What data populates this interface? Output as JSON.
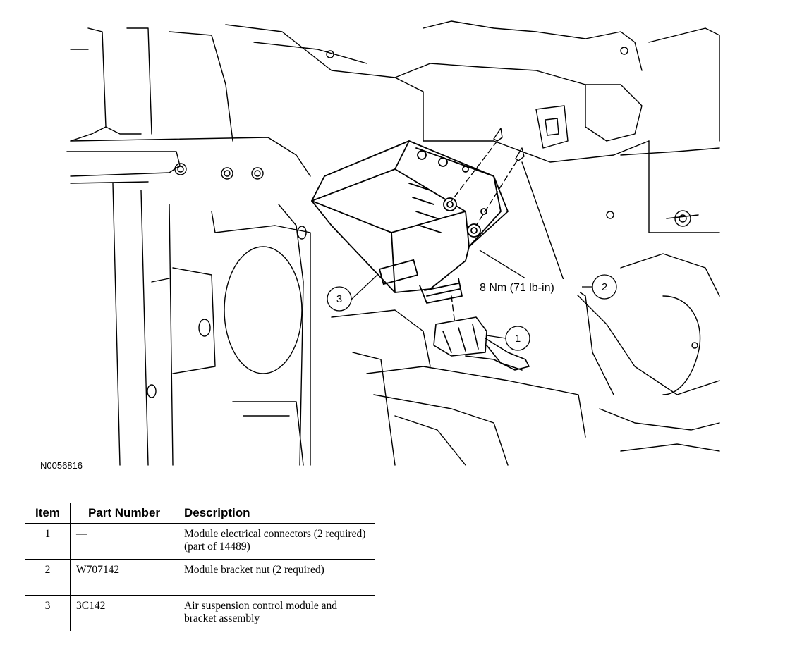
{
  "figure": {
    "id": "N0056816",
    "torque_label": "8 Nm (71 lb-in)",
    "callouts": [
      "1",
      "2",
      "3"
    ]
  },
  "parts_table": {
    "headers": [
      "Item",
      "Part Number",
      "Description"
    ],
    "rows": [
      {
        "item": "1",
        "part_number": "—",
        "description": "Module electrical connectors (2 required) (part of 14489)"
      },
      {
        "item": "2",
        "part_number": "W707142",
        "description": "Module bracket nut (2 required)"
      },
      {
        "item": "3",
        "part_number": "3C142",
        "description": "Air suspension control module and bracket assembly"
      }
    ]
  }
}
